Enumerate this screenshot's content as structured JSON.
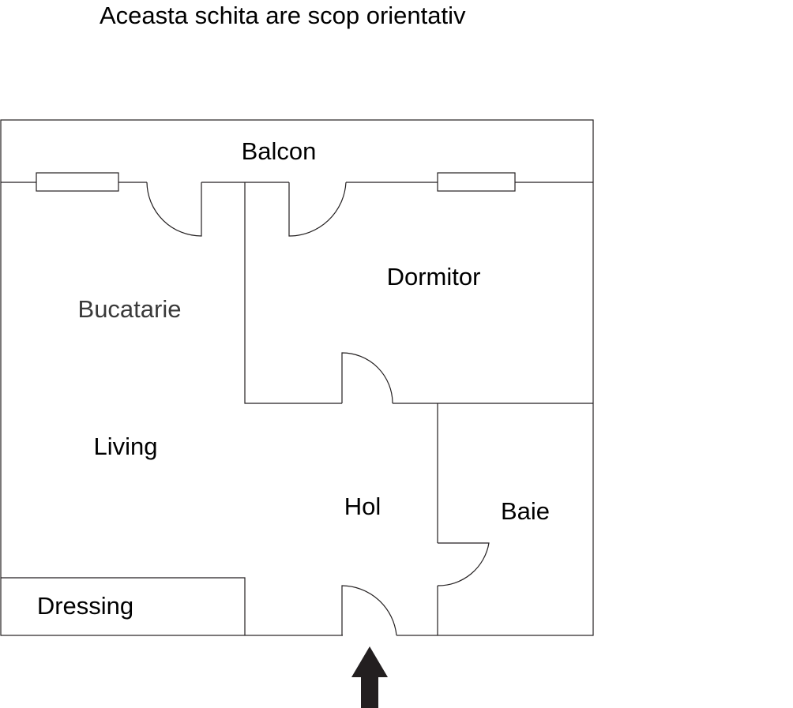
{
  "note": "Aceasta schita are scop orientativ",
  "rooms": {
    "balcon": "Balcon",
    "dormitor": "Dormitor",
    "bucatarie": "Bucatarie",
    "living": "Living",
    "hol": "Hol",
    "baie": "Baie",
    "dressing": "Dressing"
  },
  "colors": {
    "line": "#231f20",
    "text": "#000000"
  },
  "icons": {
    "entrance": "arrow-up-icon"
  }
}
